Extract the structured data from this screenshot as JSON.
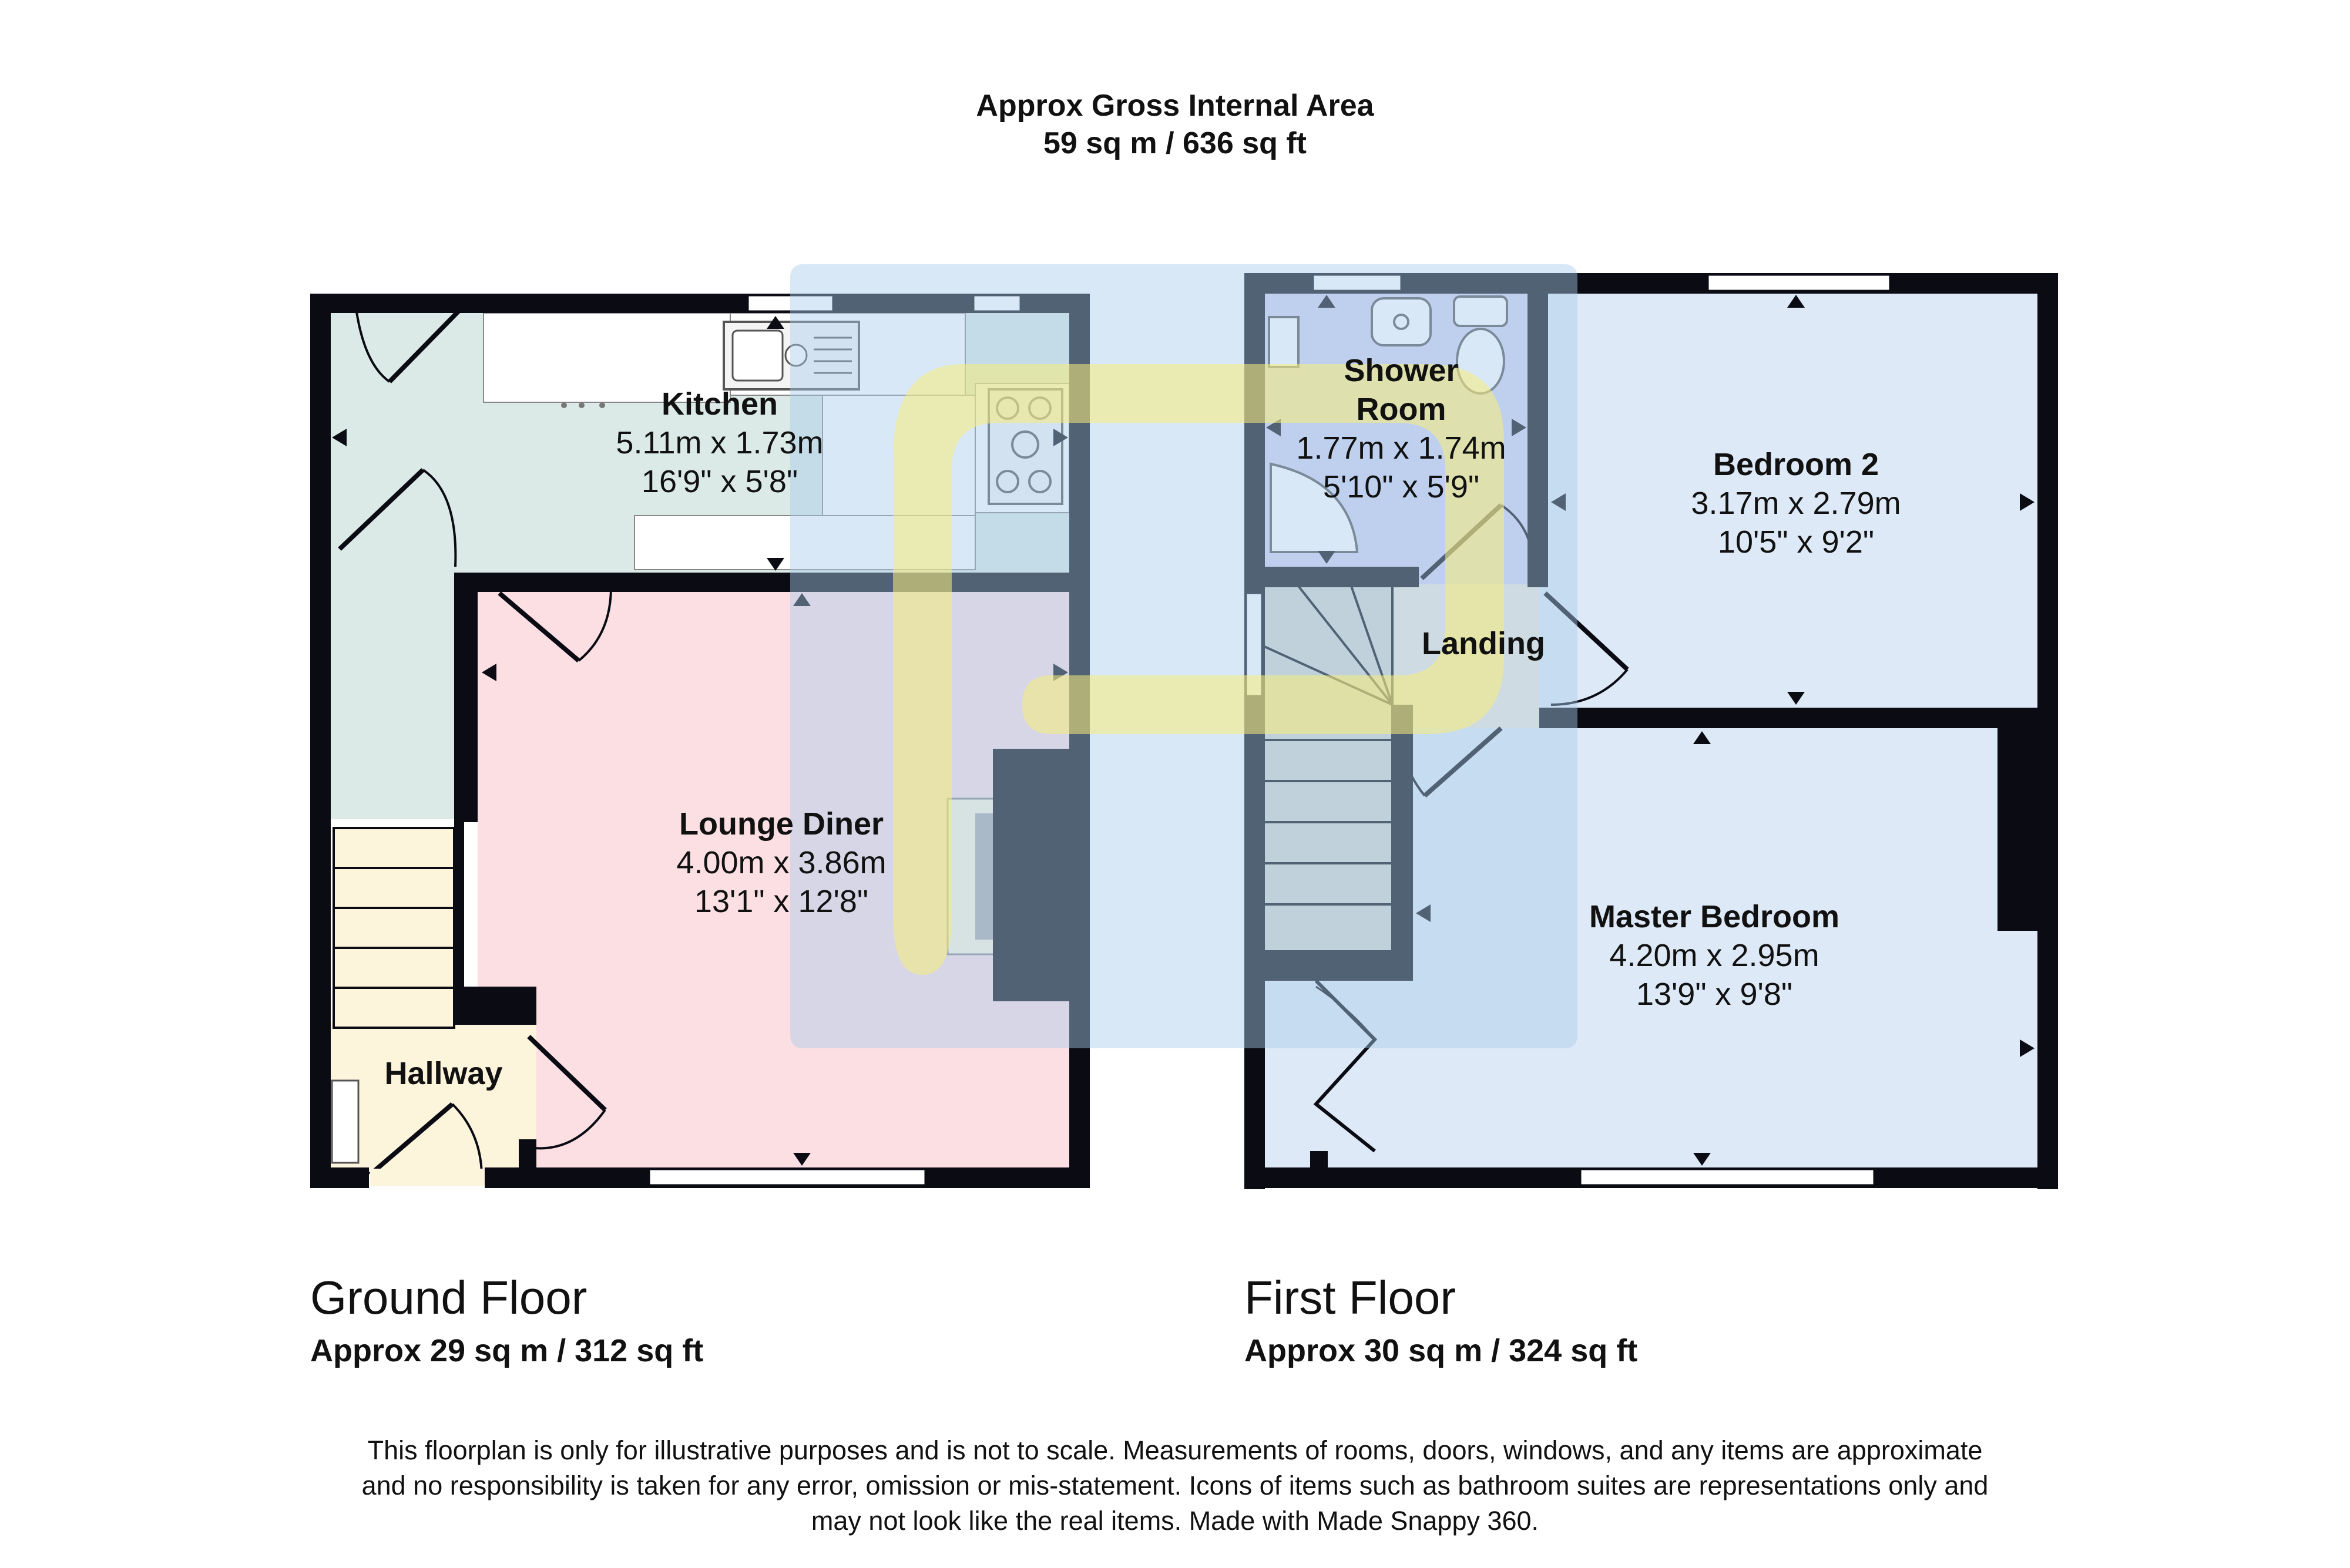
{
  "header": {
    "title": "Approx Gross Internal Area",
    "total_area": "59 sq m / 636 sq ft"
  },
  "floors": [
    {
      "name": "Ground Floor",
      "area": "Approx 29 sq m / 312 sq ft"
    },
    {
      "name": "First Floor",
      "area": "Approx 30 sq m / 324 sq ft"
    }
  ],
  "rooms": {
    "kitchen": {
      "name": "Kitchen",
      "metric": "5.11m x 1.73m",
      "imperial": "16'9\" x 5'8\""
    },
    "lounge": {
      "name": "Lounge Diner",
      "metric": "4.00m x 3.86m",
      "imperial": "13'1\" x 12'8\""
    },
    "hallway": {
      "name": "Hallway"
    },
    "shower": {
      "name_line1": "Shower",
      "name_line2": "Room",
      "metric": "1.77m x 1.74m",
      "imperial": "5'10\" x 5'9\""
    },
    "bedroom2": {
      "name": "Bedroom 2",
      "metric": "3.17m x 2.79m",
      "imperial": "10'5\" x 9'2\""
    },
    "landing": {
      "name": "Landing"
    },
    "master": {
      "name": "Master Bedroom",
      "metric": "4.20m x 2.95m",
      "imperial": "13'9\" x 9'8\""
    }
  },
  "colors": {
    "wall": "#0b0b14",
    "kitchen": "#dbeae6",
    "lounge": "#fbdfe3",
    "hallway": "#fdf4dc",
    "bedroom": "#dde9f6",
    "shower": "#cfd3f0",
    "landing": "#ede8dc",
    "stairs": "#d4d5d0",
    "watermark_blue": "#a9cdea",
    "watermark_yellow": "#f7ed7a"
  },
  "disclaimer": {
    "line1": "This floorplan is only for illustrative purposes and is not to scale. Measurements of rooms, doors, windows, and any items are approximate",
    "line2": "and no responsibility is taken for any error, omission or mis-statement. Icons of items such as bathroom suites are representations only and",
    "line3": "may not look like the real items. Made with Made Snappy 360."
  }
}
